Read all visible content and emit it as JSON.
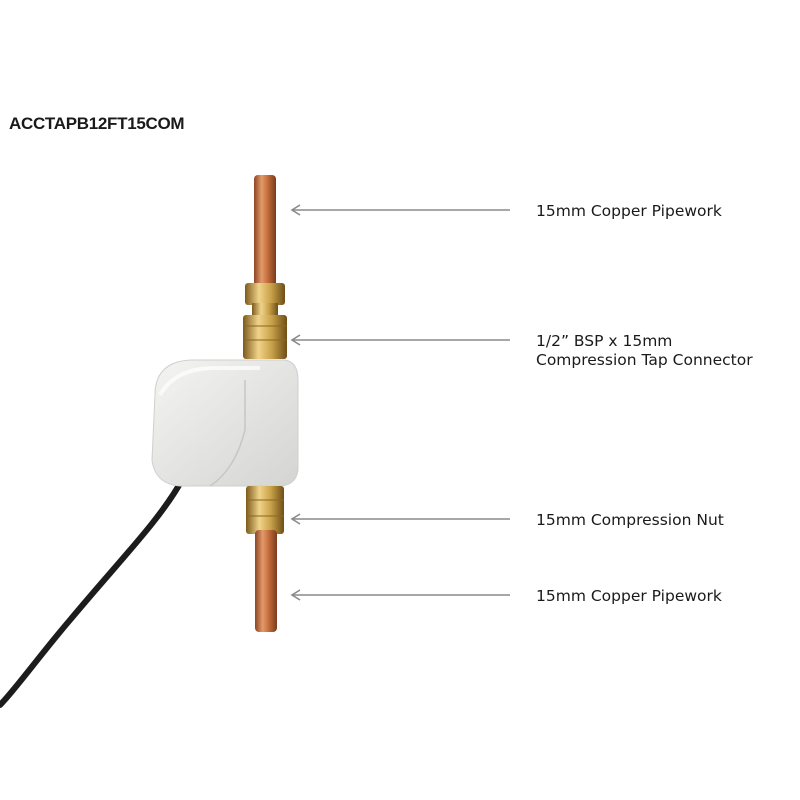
{
  "product_code": "ACCTAPB12FT15COM",
  "callouts": [
    {
      "line1": "15mm Copper Pipework"
    },
    {
      "line1": "1/2” BSP x 15mm",
      "line2": "Compression Tap Connector"
    },
    {
      "line1": "15mm Compression Nut"
    },
    {
      "line1": "15mm Copper Pipework"
    }
  ],
  "colors": {
    "copper": "#c8713f",
    "brass": "#c9a24a",
    "valve_body": "#e6e6e4",
    "cable": "#1c1c1c",
    "arrow": "#8a8a8a"
  }
}
